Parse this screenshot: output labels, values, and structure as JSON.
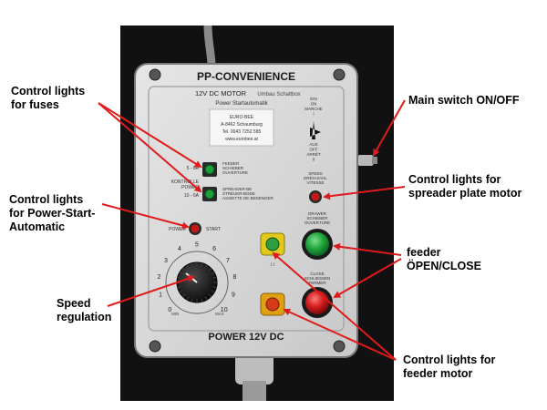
{
  "panel": {
    "title": "PP-CONVENIENCE",
    "subtitle_main": "12V DC MOTOR",
    "subtitle_side": "Umbau Schaltbox",
    "subtitle_2": "Power Startautomatik",
    "sticker_lines": [
      "EURO-BEE",
      "A-8462 Schaumburg",
      "Tel. 0043 7252 585",
      "www.eurobee.at"
    ],
    "switch_label_top": [
      "EIN",
      "ON",
      "MARCHE",
      "I"
    ],
    "switch_label_bottom": [
      "AUS",
      "OFF",
      "ARRÊT",
      "0"
    ],
    "fuse_text_top": [
      "FEEDER",
      "SCHIEBER",
      "OUVERTURE"
    ],
    "fuse_text_left": "KONTROLLE",
    "fuse_text_left2": "POWER",
    "fuse_text_left3": "10 - 6A",
    "fuse_num_top": "5 - 8A",
    "fuse_text_bottom": [
      "SPREADER-BE",
      "STREUER-BODE",
      "ASSIETTE DE BEDENGER"
    ],
    "power_label": "POWER",
    "power_label_side": "START",
    "speed_label": [
      "SPEED",
      "DREH-ZAHL",
      "VITESSE"
    ],
    "green_button_label": [
      "DRAWER",
      "SCHIEBER",
      "OUVERTURE"
    ],
    "red_button_label": [
      "CLOSE",
      "SCHLIESSEN",
      "FERMER"
    ],
    "dial_numbers": [
      "0",
      "1",
      "2",
      "3",
      "4",
      "5",
      "6",
      "7",
      "8",
      "9",
      "10"
    ],
    "dial_marks": [
      "MIN",
      "MAX"
    ],
    "feeder_ind_label": "↕↕",
    "bottom_label": "POWER 12V DC"
  },
  "callouts": {
    "fuses": [
      "Control lights",
      "for fuses"
    ],
    "power_start": [
      "Control lights",
      "for Power-Start-",
      "Automatic"
    ],
    "speed": [
      "Speed",
      "regulation"
    ],
    "main_switch": [
      "Main switch ON/OFF"
    ],
    "spreader": [
      "Control lights for",
      "spreader plate motor"
    ],
    "feeder": [
      "feeder",
      "ÖPEN/CLOSE"
    ],
    "feeder_motor": [
      "Control lights for",
      "feeder motor"
    ]
  },
  "colors": {
    "background": "#111111",
    "enclosure": "#d9d9d9",
    "arrow": "#e01a1a",
    "green_led": "#1e9e3a",
    "red_led": "#c41818",
    "yellow_bezel": "#e3c81c",
    "orange_bezel": "#e0a012"
  }
}
